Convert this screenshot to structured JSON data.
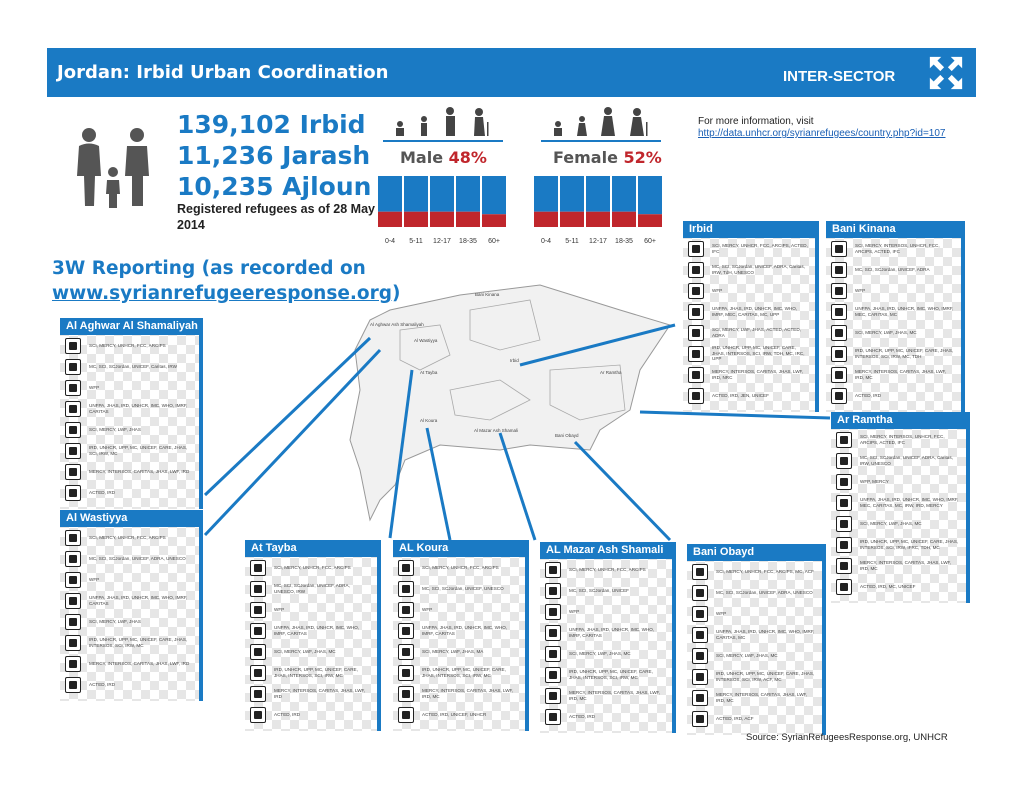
{
  "header": {
    "title": "Jordan: Irbid  Urban Coordination",
    "tag": "INTER-SECTOR",
    "accent": "#1a7ac4"
  },
  "stats": [
    "139,102 Irbid",
    "11,236  Jarash",
    "10,235  Ajloun"
  ],
  "reg_note": "Registered refugees as of 28 May 2014",
  "male": {
    "label": "Male ",
    "pct": "48%",
    "categories": [
      "0-4",
      "5-11",
      "12-17",
      "18-35",
      "60+"
    ],
    "female_share": [
      0.3,
      0.3,
      0.3,
      0.3,
      0.25
    ]
  },
  "female": {
    "label": "Female ",
    "pct": "52%",
    "categories": [
      "0-4",
      "5-11",
      "12-17",
      "18-35",
      "60+"
    ],
    "female_share": [
      0.3,
      0.3,
      0.3,
      0.3,
      0.25
    ]
  },
  "info": {
    "text": "For more information, visit",
    "link": "http://data.unhcr.org/syrianrefugees/country.php?id=107"
  },
  "w3": {
    "line1": "3W Reporting (as recorded on",
    "line2": "www.syrianrefugeeresponse.org",
    "paren": ")"
  },
  "source": "Source: SyrianRefugeesResponse.org, UNHCR",
  "map_labels": [
    "Bani Kinana",
    "Irbid",
    "Al Aghwar Ash Shamaliyah",
    "Al Wastiyya",
    "At Tayba",
    "Al Koura",
    "Ar Ramtha",
    "Bani Obayd",
    "Al Mazar Ash Shamali"
  ],
  "boxes": [
    {
      "title": "Irbid",
      "rows": [
        "SCI, MERCY, UNHCR, FCC, ARCIPS, ACTED, IFC",
        "MC, SCI, SCJordan, UNICEF, ADRA, Caritas, IRW, TdH, UNESCO",
        "WFP",
        "UNFPA, JHAS, IRD, UNHCR, IMC, WHO, IMRF, MEC, CARITAS, MC, UPP",
        "SCI, MERCY, LWF, JHAS, ACTED, ACTED, ADRA",
        "IRD, UNHCR, UPP, MC, UNICEF, CARE, JHAS, INTERSOS, SCI, IRW, TDH, MC, IRC, UPP",
        "MERCY, INTERSOS, CARITAS, JHAS, LWF, IRD, NRC",
        "ACTED, IRD, JEN, UNICEF"
      ]
    },
    {
      "title": "Bani Kinana",
      "rows": [
        "SCI, MERCY, INTERSOS, UNHCR, FCC, ARCIPS, ACTED, IFC",
        "MC, SCI, SCJordan, UNICEF, ADRA",
        "WFP",
        "UNFPA, JHAS, IRD, UNHCR, IMC, WHO, IMRF, MEC, CARITAS, MC",
        "SCI, MERCY, LWF, JHAS, MC",
        "IRD, UNHCR, UPP, MC, UNICEF, CARE, JHAS, INTERSOS, SCI, IRW, MC, TDH",
        "MERCY, INTERSOS, CARITAS, JHAS, LWF, IRD, MC",
        "ACTED, IRD"
      ]
    },
    {
      "title": "Al Aghwar Al Shamaliyah",
      "rows": [
        "SCI, MERCY, UNHCR, FCC, ARCIPS",
        "MC, SCI, SCJordan, UNICEF, Caritas, IRW",
        "WFP",
        "UNFPA, JHAS, IRD, UNHCR, IMC, WHO, IMRF, CARITAS",
        "SCI, MERCY, LWF, JHAS",
        "IRD, UNHCR, UPP, MC, UNICEF, CARE, JHAS, SCI, IRW, MC",
        "MERCY, INTERSOS, CARITAS, JHAS, LWF, IRD",
        "ACTED, IRD"
      ]
    },
    {
      "title": "Al Wastiyya",
      "rows": [
        "SCI, MERCY, UNHCR, FCC, ARCIPS",
        "MC, SCI, SCJordan, UNICEF, ADRA, UNESCO",
        "WFP",
        "UNFPA, JHAS, IRD, UNHCR, IMC, WHO, IMRF, CARITAS",
        "SCI, MERCY, LWF, JHAS",
        "IRD, UNHCR, UPP, MC, UNICEF, CARE, JHAS, INTERSOS, SCI, IRW, MC",
        "MERCY, INTERSOS, CARITAS, JHAS, LWF, IRD",
        "ACTED, IRD"
      ]
    },
    {
      "title": "Ar Ramtha",
      "rows": [
        "SCI, MERCY, INTERSOS, UNHCR, FCC, ARCIPS, ACTED, IFC",
        "MC, SCI, SCJordan, UNICEF, ADRA, Caritas, IRW, UNESCO",
        "WFP, MERCY",
        "UNFPA, JHAS, IRD, UNHCR, IMC, WHO, IMRF, MEC, CARITAS, MC, IRW, IRD, MERCY",
        "SCI, MERCY, LWF, JHAS, MC",
        "IRD, UNHCR, UPP, MC, UNICEF, CARE, JHAS, INTERSOS, SCI, IRW, IFRC, TDH, MC",
        "MERCY, INTERSOS, CARITAS, JHAS, LWF, IRD, MC",
        "ACTED, IRD, MC, UNICEF"
      ]
    },
    {
      "title": "At Tayba",
      "rows": [
        "SCI, MERCY, UNHCR, FCC, ARCIPS",
        "MC, SCI, SCJordan, UNICEF, ADRA, UNESCO, IRW",
        "WFP",
        "UNFPA, JHAS, IRD, UNHCR, IMC, WHO, IMRF, CARITAS",
        "SCI, MERCY, LWF, JHAS, MC",
        "IRD, UNHCR, UPP, MC, UNICEF, CARE, JHAS, INTERSOS, SCI, IRW, MC",
        "MERCY, INTERSOS, CARITAS, JHAS, LWF, IRD",
        "ACTED, IRD"
      ]
    },
    {
      "title": "AL Koura",
      "rows": [
        "SCI, MERCY, UNHCR, FCC, ARCIPS",
        "MC, SCI, SCJordan, UNICEF, UNESCO",
        "WFP",
        "UNFPA, JHAS, IRD, UNHCR, IMC, WHO, IMRF, CARITAS",
        "SCI, MERCY, LWF, JHAS, MA",
        "IRD, UNHCR, UPP, MC, UNICEF, CARE, JHAS, INTERSOS, SCI, IRW, MC",
        "MERCY, INTERSOS, CARITAS, JHAS, LWF, IRD, MC",
        "ACTED, IRD, UNICEF, UNHCR"
      ]
    },
    {
      "title": "AL Mazar Ash Shamali",
      "rows": [
        "SCI, MERCY, UNHCR, FCC, ARCIPS",
        "MC, SCI, SCJordan, UNICEF",
        "WFP",
        "UNFPA, JHAS, IRD, UNHCR, IMC, WHO, IMRF, CARITAS",
        "SCI, MERCY, LWF, JHAS, MC",
        "IRD, UNHCR, UPP, MC, UNICEF, CARE, JHAS, INTERSOS, SCI, IRW, MC",
        "MERCY, INTERSOS, CARITAS, JHAS, LWF, IRD, MC",
        "ACTED, IRD"
      ]
    },
    {
      "title": "Bani Obayd",
      "rows": [
        "SCI, MERCY, UNHCR, FCC, ARCIPS, MC, ACF",
        "MC, SCI, SCJordan, UNICEF, ADRA, UNESCO",
        "WFP",
        "UNFPA, JHAS, IRD, UNHCR, IMC, WHO, IMRF, CARITAS, MC",
        "SCI, MERCY, LWF, JHAS, MC",
        "IRD, UNHCR, UPP, MC, UNICEF, CARE, JHAS, INTERSOS, SCI, IRW, ACF, MC",
        "MERCY, INTERSOS, CARITAS, JHAS, LWF, IRD, MC",
        "ACTED, IRD, ACF"
      ]
    }
  ]
}
